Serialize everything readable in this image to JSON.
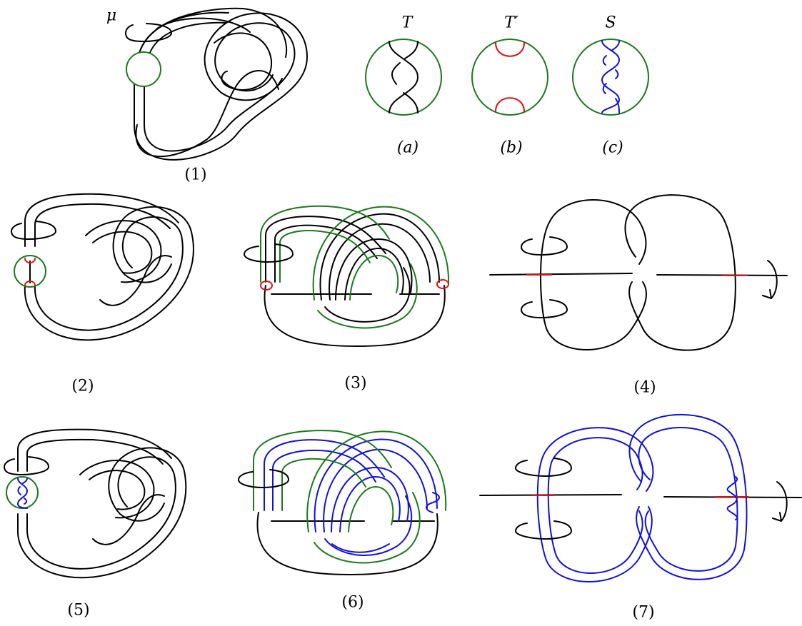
{
  "labels": {
    "mu": "μ",
    "T": "T",
    "T_prime": "T′",
    "S": "S",
    "a": "(a)",
    "b": "(b)",
    "c": "(c)",
    "p1": "(1)",
    "p2": "(2)",
    "p3": "(3)",
    "p4": "(4)",
    "p5": "(5)",
    "p6": "(6)",
    "p7": "(7)"
  },
  "colors": {
    "strand": "#000000",
    "ball": "#1a7a1a",
    "tangle_red": "#e01010",
    "twist_blue": "#1010e0"
  }
}
